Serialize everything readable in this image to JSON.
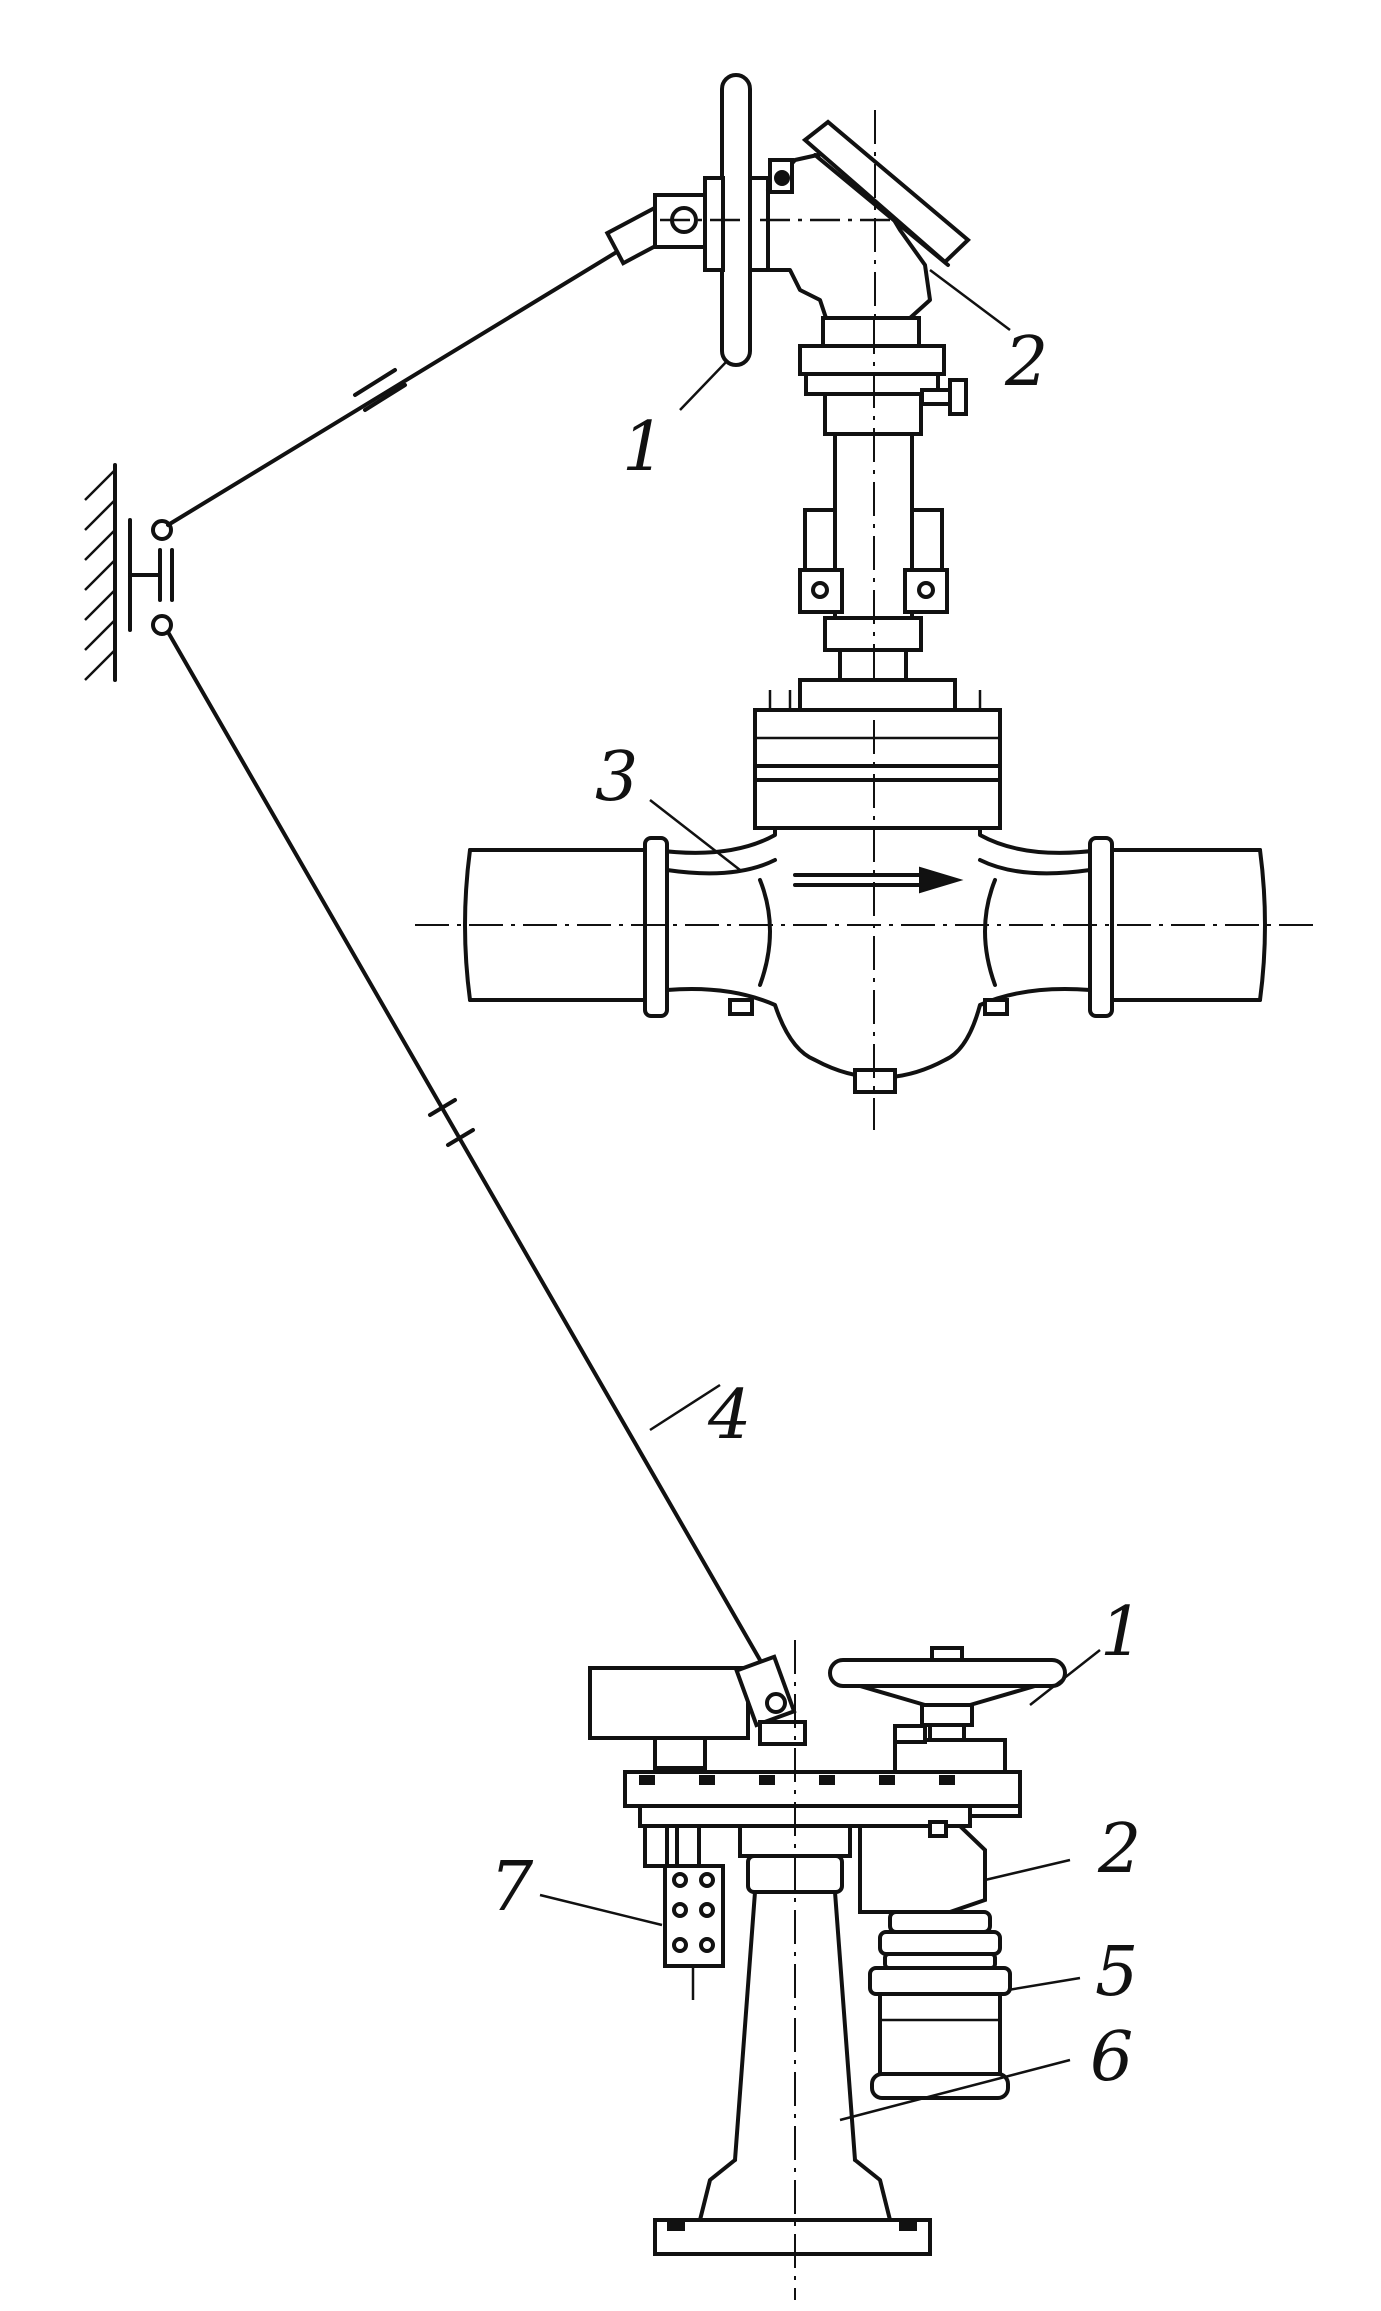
{
  "callouts": {
    "top_handwheel": "1",
    "top_gearbox": "2",
    "valve": "3",
    "shaft": "4",
    "bottom_handwheel": "1",
    "bottom_gearbox": "2",
    "motor": "5",
    "column": "6",
    "position_indicator": "7"
  },
  "colors": {
    "ink": "#111111",
    "paper": "#ffffff"
  }
}
